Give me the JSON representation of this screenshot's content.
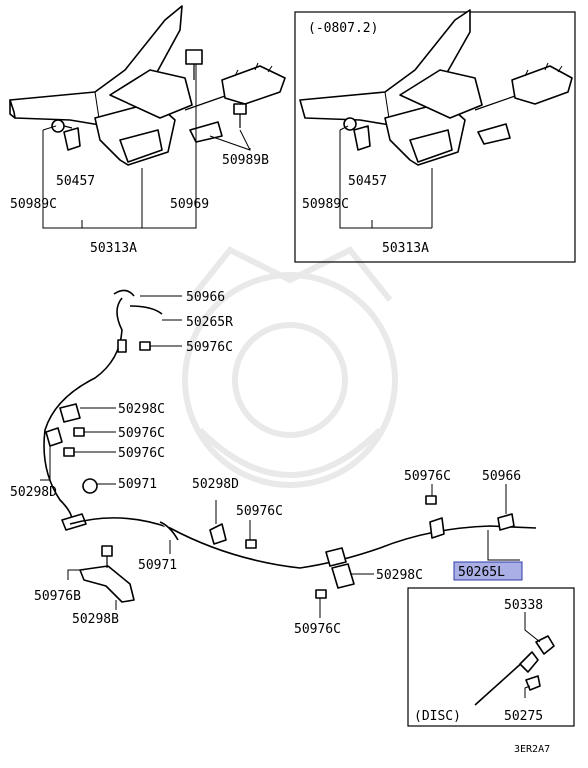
{
  "top_left": {
    "labels": {
      "p50989b": "50989B",
      "p50457": "50457",
      "p50989c": "50989C",
      "p50969": "50969",
      "p50313a": "50313A"
    }
  },
  "top_right": {
    "date_range": "(-0807.2)",
    "labels": {
      "p50457": "50457",
      "p50989c": "50989C",
      "p50313a": "50313A"
    }
  },
  "cable": {
    "labels": {
      "p50966_top": "50966",
      "p50265r": "50265R",
      "p50976c_1": "50976C",
      "p50298c_1": "50298C",
      "p50976c_2": "50976C",
      "p50976c_3": "50976C",
      "p50298d_left": "50298D",
      "p50971_top": "50971",
      "p50298d_mid": "50298D",
      "p50976c_mid": "50976C",
      "p50971_bottom": "50971",
      "p50976b": "50976B",
      "p50298b": "50298B",
      "p50976c_right": "50976C",
      "p50966_right": "50966",
      "p50298c_right": "50298C",
      "p50265l": "50265L",
      "p50976c_bottom": "50976C"
    }
  },
  "disc_inset": {
    "title": "(DISC)",
    "labels": {
      "p50338": "50338",
      "p50275": "50275"
    }
  },
  "figure_code": "3ER2A7"
}
